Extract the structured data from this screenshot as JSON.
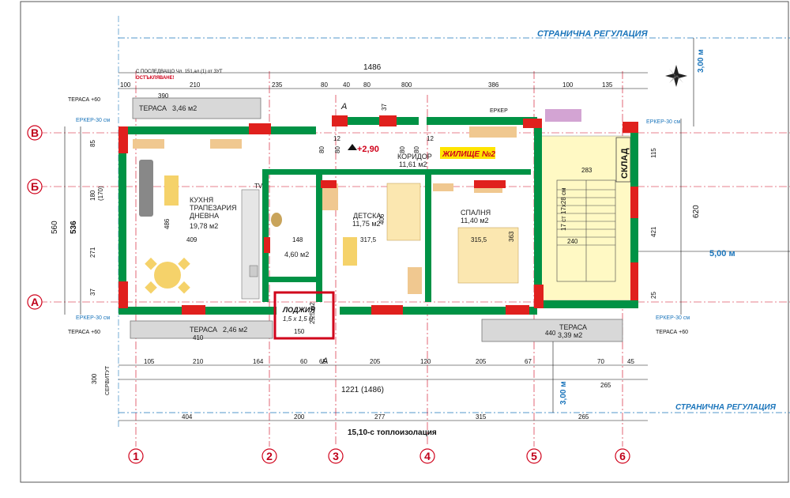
{
  "regulation": {
    "top": "СТРАНИЧНА РЕГУЛАЦИЯ",
    "bottom": "СТРАНИЧНА РЕГУЛАЦИЯ"
  },
  "note": {
    "line1": "С ПОСЛЕДВАЩО Чл. 151,ал.(1) от ЗУТ",
    "line2": "ОСТЪКЛЯВАНЕ!"
  },
  "unit_label": "ЖИЛИЩЕ №2",
  "level_mark": "+2,90",
  "section_marker": "A",
  "rooms": {
    "terrace_top": {
      "name": "ТЕРАСА",
      "area": "3,46 м2"
    },
    "kitchen": {
      "l1": "КУХНЯ",
      "l2": "ТРАПЕЗАРИЯ",
      "l3": "ДНЕВНА",
      "area": "19,78 м2"
    },
    "corridor": {
      "name": "КОРИДОР",
      "area": "11,61 м2"
    },
    "kids": {
      "name": "ДЕТСКА",
      "area": "11,75 м2"
    },
    "bedroom": {
      "name": "СПАЛНЯ",
      "area": "11,40 м2"
    },
    "bath": {
      "area": "4,60 м2"
    },
    "loggia": {
      "name": "ЛОДЖИЯ",
      "size": "1,5 x 1,5 м",
      "area": "2,25 м2"
    },
    "terrace_bottom": {
      "name": "ТЕРАСА",
      "area": "2,46 м2"
    },
    "terrace_right": {
      "name": "ТЕРАСА",
      "area": "3,39 м2"
    },
    "storage": "СКЛАД"
  },
  "labels": {
    "erker_left": "ЕРКЕР-30 см",
    "erker_top": "ЕРКЕР",
    "terrace60": "ТЕРАСА +60",
    "servitut": "СЕРВИТУТ",
    "tv": "TV",
    "stair": "17 ст 17x28 см"
  },
  "axes": {
    "rows": [
      "B",
      "Б",
      "А"
    ],
    "cols": [
      "1",
      "2",
      "3",
      "4",
      "5",
      "6"
    ]
  },
  "dims": {
    "top_total": "1486",
    "top_chain": [
      "100",
      "390",
      "210",
      "235",
      "80",
      "40",
      "80",
      "800",
      "386",
      "100",
      "135"
    ],
    "chain2": [
      "12",
      "80",
      "80",
      "37",
      "80",
      "80",
      "12"
    ],
    "left_total1": "560",
    "left_total2": "536",
    "left_chain": [
      "85",
      "180",
      "(170)",
      "271",
      "37"
    ],
    "right_total": "620",
    "right_chain": [
      "115",
      "421",
      "25"
    ],
    "bottom_main": "1221  (1486)",
    "bottom_chain1": [
      "105",
      "210",
      "164",
      "60",
      "65",
      "205",
      "120",
      "205",
      "67",
      "70",
      "45"
    ],
    "bottom_chain2": [
      "404",
      "200",
      "277",
      "315",
      "265"
    ],
    "bottom_total": "15,10-с топлоизолация",
    "offset_top": "3,00 м",
    "offset_right": "5,00 м",
    "offset_bottom": "3,00 м",
    "room_dims": [
      "409",
      "486",
      "317,5",
      "406",
      "315,5",
      "363",
      "283",
      "240",
      "148",
      "410",
      "440",
      "150",
      "265",
      "300"
    ]
  },
  "colors": {
    "wall_green": "#009245",
    "wall_red": "#e0201d",
    "dim_red": "#d0021b",
    "reg_blue": "#1b75bb",
    "stair_fill": "#fff9c4"
  }
}
